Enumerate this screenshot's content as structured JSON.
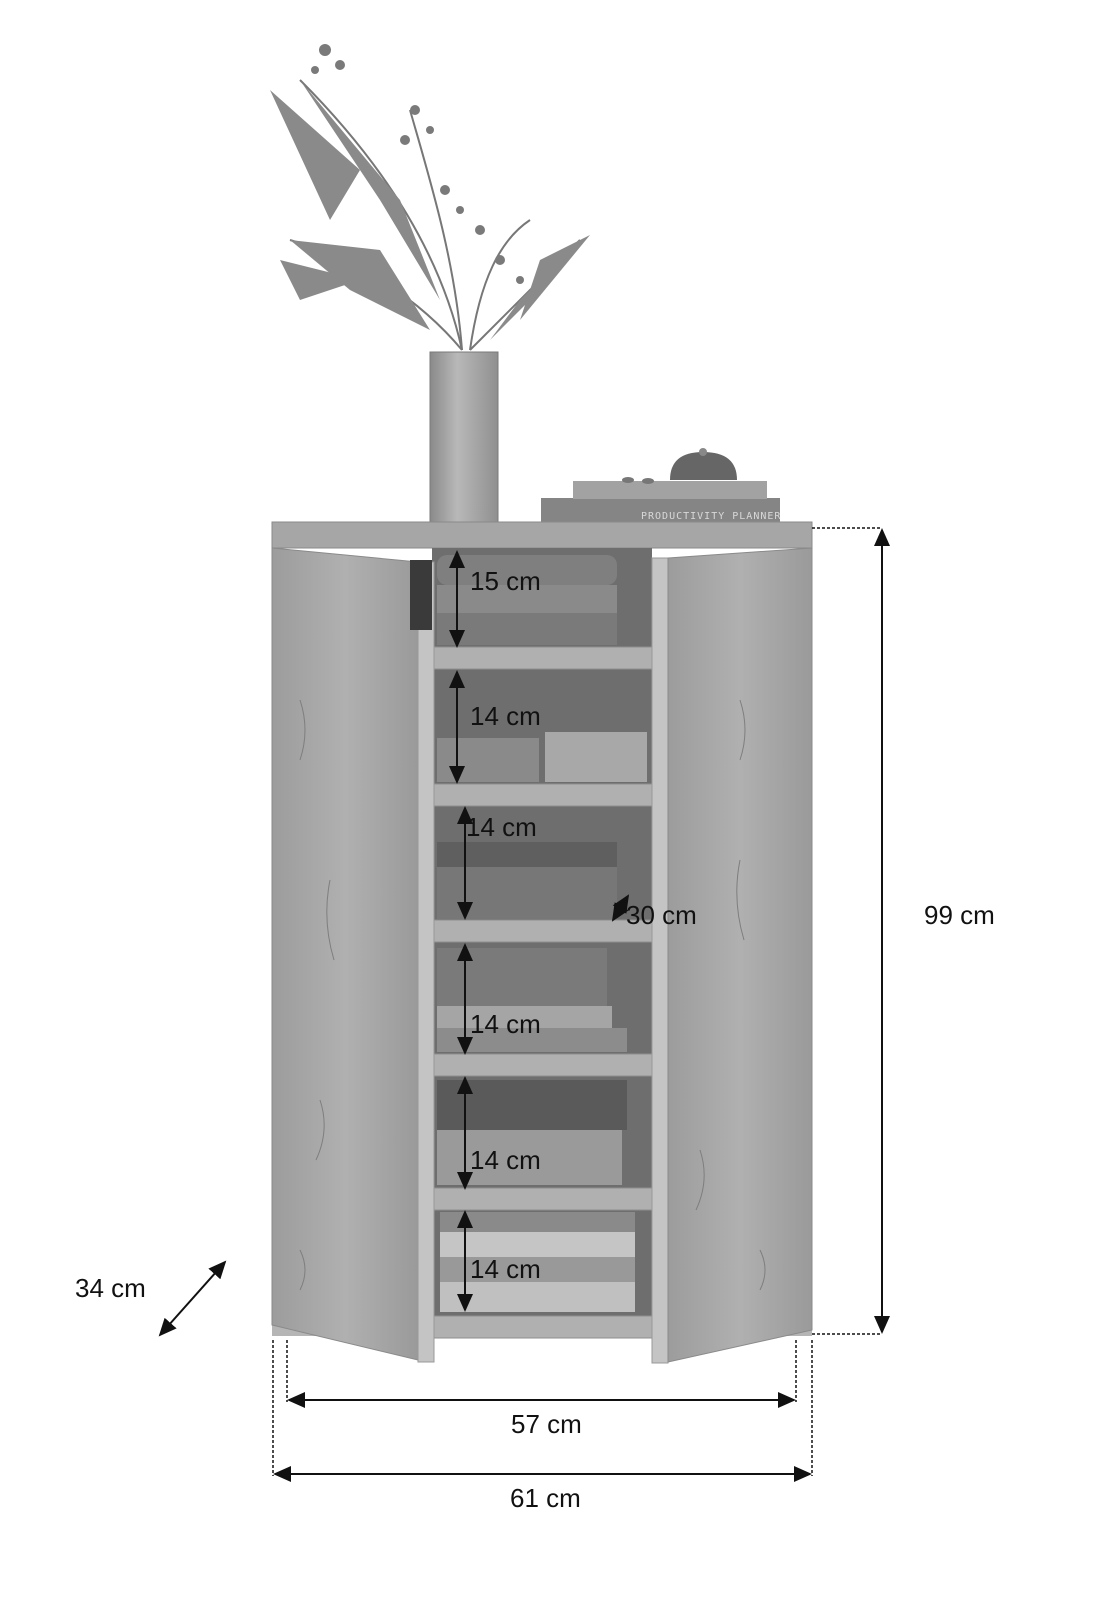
{
  "figure": {
    "subject": "Two-door open shoe/clothes cabinet with dimensions",
    "decor": {
      "book_spine_text": "PRODUCTIVITY PLANNER"
    }
  },
  "dimensions": {
    "height": "99 cm",
    "width_outer": "61 cm",
    "width_inner": "57 cm",
    "depth": "34 cm",
    "inner_depth": "30 cm",
    "shelf_heights": [
      "15 cm",
      "14 cm",
      "14 cm",
      "14 cm",
      "14 cm",
      "14 cm"
    ]
  },
  "colors": {
    "wood": "#a8a8a8",
    "wood_dark": "#8e8e8e",
    "interior": "#6f6f6f",
    "shelf": "#b2b2b2",
    "arrow": "#111111"
  }
}
